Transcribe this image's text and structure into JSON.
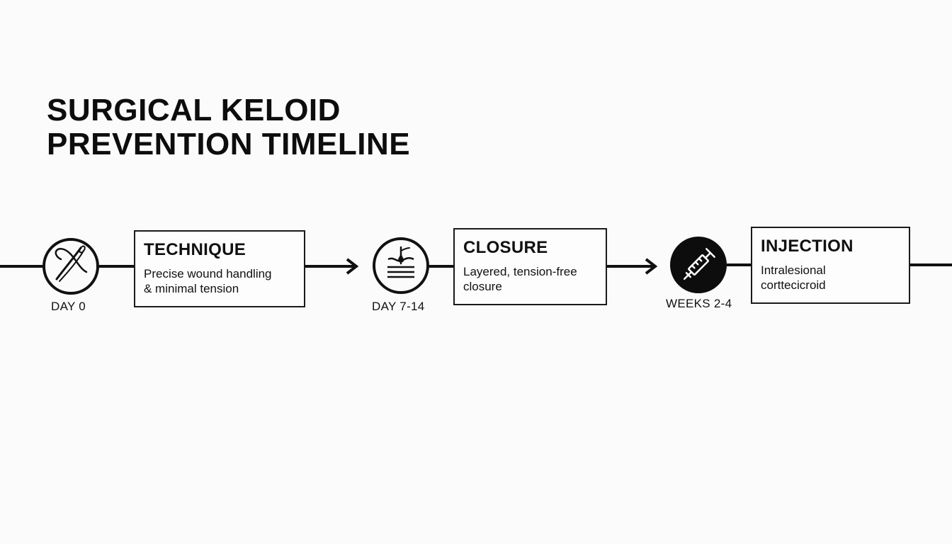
{
  "title": {
    "line1": "SURGICAL KELOID",
    "line2": "PREVENTION TIMELINE"
  },
  "steps": [
    {
      "time": "DAY 0",
      "icon": "suture-needle-icon",
      "heading": "TECHNIQUE",
      "text": "Precise wound handling\n& minimal tension"
    },
    {
      "time": "DAY 7-14",
      "icon": "skin-layers-icon",
      "heading": "CLOSURE",
      "text": "Layered, tension-free\nclosure"
    },
    {
      "time": "WEEKS 2-4",
      "icon": "syringe-icon",
      "heading": "INJECTION",
      "text": "Intralesional\ncorttecicroid"
    }
  ],
  "colors": {
    "ink": "#111111",
    "background": "#fbfbfb",
    "filled_node": "#0d0d0d"
  }
}
